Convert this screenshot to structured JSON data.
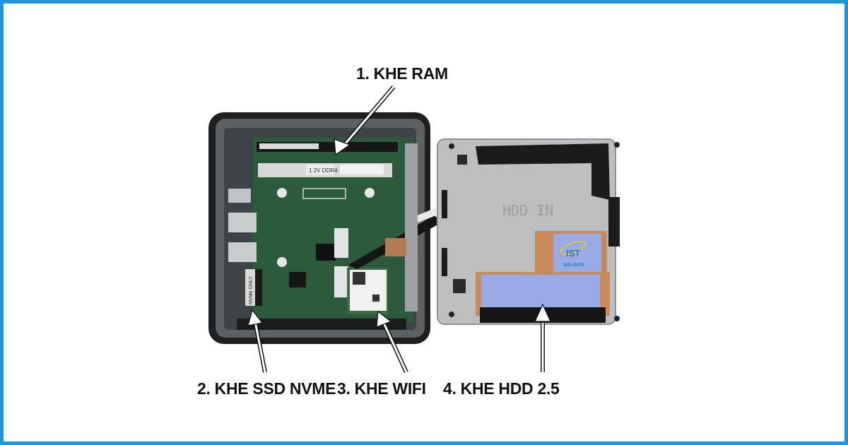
{
  "labels": {
    "ram": "1. KHE RAM",
    "ssd": "2. KHE SSD NVME",
    "wifi": "3. KHE WIFI",
    "hdd": "4. KHE HDD 2.5"
  },
  "board_text": {
    "ram_sticker": "1.2V DDR4",
    "nvme_sticker": "NVMe ONLY",
    "hdd_tray_text": "HDD IN",
    "logo_text": "SAI GON",
    "logo_mark": "IST"
  },
  "colors": {
    "border": "#1f95dc",
    "label_text": "#111111",
    "pcb": "#2f5a3a",
    "case": "#2b2b2b",
    "tray": "#b9bcbf",
    "hdd_pad": "#98abe6",
    "copper": "#c98b5c"
  }
}
